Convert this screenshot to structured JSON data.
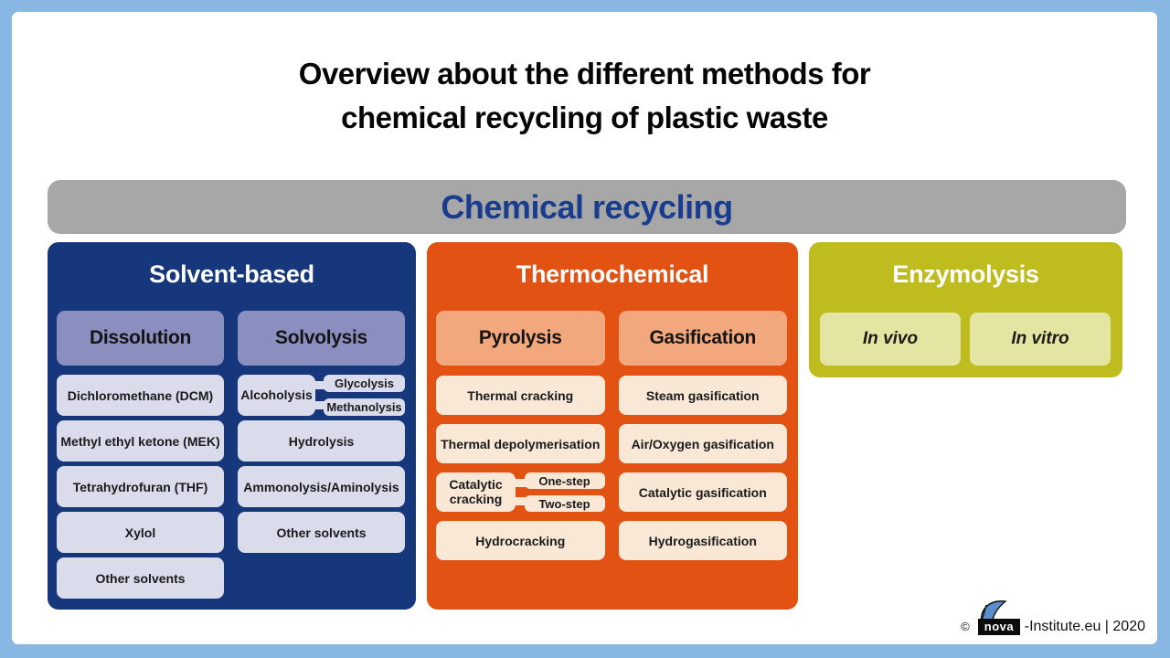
{
  "title": {
    "line1": "Overview about the different methods for",
    "line2": "chemical recycling of plastic waste"
  },
  "banner": {
    "label": "Chemical recycling"
  },
  "solvent": {
    "title": "Solvent-based",
    "dissolution": {
      "header": "Dissolution",
      "items": [
        "Dichloromethane (DCM)",
        "Methyl ethyl ketone (MEK)",
        "Tetrahydrofuran (THF)",
        "Xylol",
        "Other solvents"
      ]
    },
    "solvolysis": {
      "header": "Solvolysis",
      "branch": {
        "label": "Alcoholysis",
        "children": [
          "Glycolysis",
          "Methanolysis"
        ]
      },
      "items": [
        "Hydrolysis",
        "Ammonolysis/Aminolysis",
        "Other solvents"
      ]
    }
  },
  "thermochemical": {
    "title": "Thermochemical",
    "pyrolysis": {
      "header": "Pyrolysis",
      "items_before": [
        "Thermal cracking",
        "Thermal depolymerisation"
      ],
      "branch": {
        "label": "Catalytic cracking",
        "children": [
          "One-step",
          "Two-step"
        ]
      },
      "items_after": [
        "Hydrocracking"
      ]
    },
    "gasification": {
      "header": "Gasification",
      "items": [
        "Steam gasification",
        "Air/Oxygen gasification",
        "Catalytic gasification",
        "Hydrogasification"
      ]
    }
  },
  "enzymolysis": {
    "title": "Enzymolysis",
    "items": [
      "In vivo",
      "In vitro"
    ]
  },
  "credit": {
    "copyright": "©",
    "logo_text": "nova",
    "suffix": "-Institute.eu | 2020"
  },
  "colors": {
    "frame_blue": "#88b7e3",
    "banner_gray": "#a7a7a7",
    "banner_text_blue": "#1a3c8e",
    "solvent_panel_blue": "#16377b",
    "solvent_header_purple": "#8a8fc0",
    "solvent_item_lavender": "#dadcec",
    "thermo_panel_orange": "#e25212",
    "thermo_header_peach": "#f2a87c",
    "thermo_item_cream": "#fae8d7",
    "enzym_panel_olive": "#bebc1f",
    "enzym_item_yellow": "#e5e5a3",
    "logo_sail_blue": "#5b8fcb"
  }
}
